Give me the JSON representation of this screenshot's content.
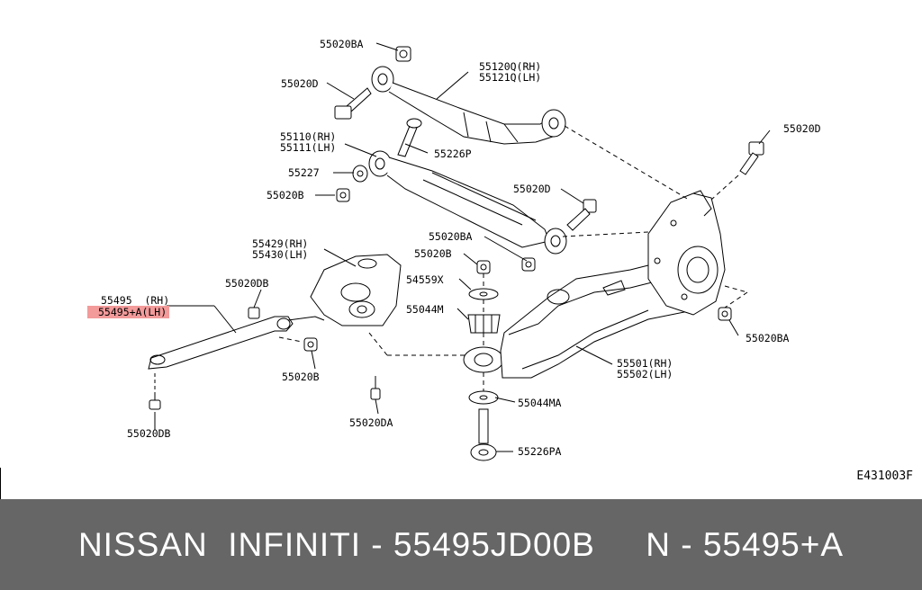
{
  "diagram": {
    "labels": {
      "l1": "55020BA",
      "l2": "55120Q(RH)",
      "l3": "55121Q(LH)",
      "l4": "55020D",
      "l5": "55110(RH)",
      "l6": "55111(LH)",
      "l7": "55226P",
      "l8": "55227",
      "l9": "55020B",
      "l10": "55020D",
      "l11": "55020D",
      "l12": "55429(RH)",
      "l13": "55430(LH)",
      "l14": "55020BA",
      "l15": "55020B",
      "l16": "54559X",
      "l17": "55044M",
      "l18": "55020DB",
      "l19": "55495  (RH)",
      "l20": "55495+A(LH)",
      "l21": "55020BA",
      "l22": "55501(RH)",
      "l23": "55502(LH)",
      "l24": "55020B",
      "l25": "55044MA",
      "l26": "55020DA",
      "l27": "55020DB",
      "l28": "55226PA"
    },
    "code": "E431003F"
  },
  "banner": {
    "text": "NISSAN  INFINITI - 55495JD00B     N - 55495+A"
  }
}
